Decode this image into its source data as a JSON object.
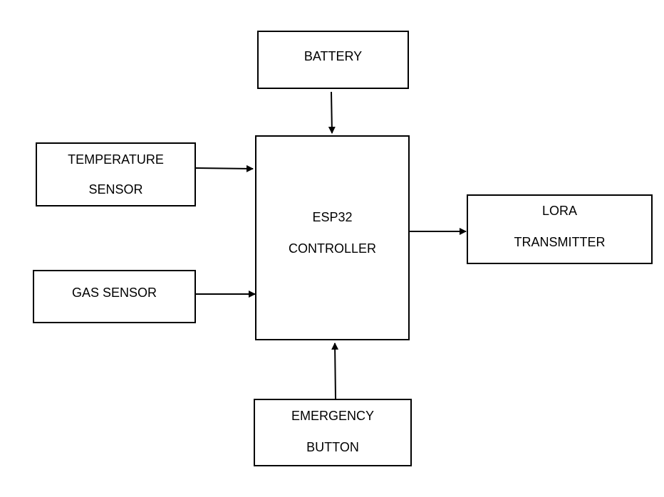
{
  "blocks": {
    "battery": {
      "lines": [
        "BATTERY"
      ]
    },
    "temperature_sensor": {
      "lines": [
        "TEMPERATURE",
        "SENSOR"
      ]
    },
    "gas_sensor": {
      "lines": [
        "GAS SENSOR"
      ]
    },
    "esp32_controller": {
      "lines": [
        "ESP32",
        "CONTROLLER"
      ]
    },
    "lora_transmitter": {
      "lines": [
        "LORA",
        "TRANSMITTER"
      ]
    },
    "emergency_button": {
      "lines": [
        "EMERGENCY",
        "BUTTON"
      ]
    }
  },
  "connections": [
    {
      "from": "battery",
      "to": "esp32_controller"
    },
    {
      "from": "temperature_sensor",
      "to": "esp32_controller"
    },
    {
      "from": "gas_sensor",
      "to": "esp32_controller"
    },
    {
      "from": "esp32_controller",
      "to": "lora_transmitter"
    },
    {
      "from": "emergency_button",
      "to": "esp32_controller"
    }
  ],
  "colors": {
    "stroke": "#000000",
    "background": "#ffffff"
  }
}
